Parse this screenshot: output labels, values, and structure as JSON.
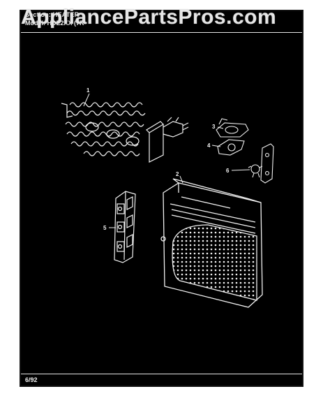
{
  "header": {
    "section": "Section: HEATER",
    "model": "Model: HDE2XX (7R"
  },
  "watermark": "AppliancePartsPros.com",
  "footer": {
    "date": "6/92"
  },
  "callouts": [
    "1",
    "2",
    "3",
    "4",
    "5",
    "6"
  ],
  "colors": {
    "background": "#000000",
    "line_art": "#f2f2f2",
    "page": "#ffffff"
  }
}
